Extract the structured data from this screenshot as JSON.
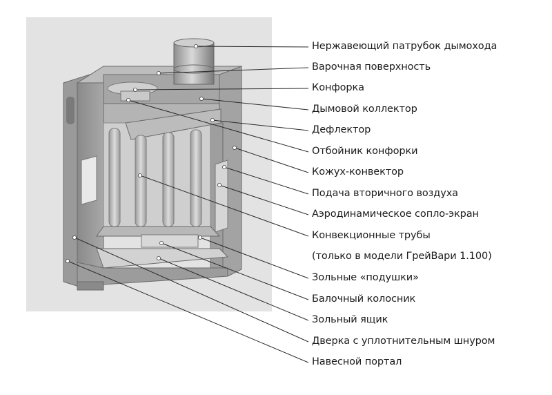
{
  "diagram": {
    "labels": [
      "Нержавеющий патрубок дымохода",
      "Варочная поверхность",
      "Конфорка",
      "Дымовой коллектор",
      "Дефлектор",
      "Отбойник конфорки",
      "Кожух-конвектор",
      "Подача вторичного воздуха",
      "Аэродинамическое сопло-экран",
      "Конвекционные трубы",
      "(только в модели ГрейВари 1.100)",
      "Зольные «подушки»",
      "Балочный колосник",
      "Зольный ящик",
      "Дверка с уплотнительным шнуром",
      "Навесной портал"
    ]
  }
}
